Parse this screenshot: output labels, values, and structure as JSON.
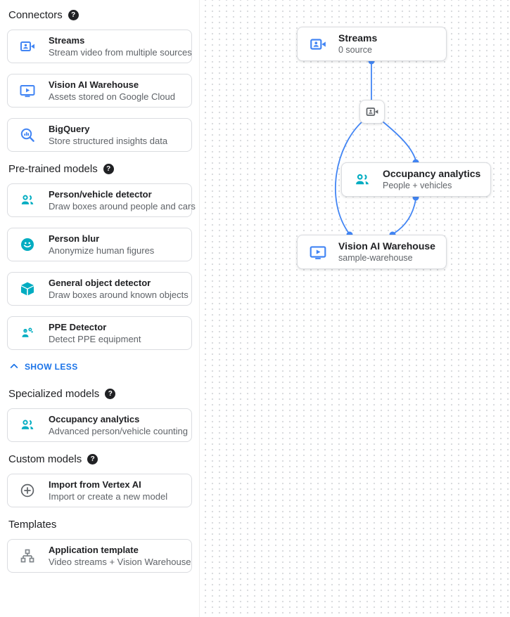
{
  "colors": {
    "icon_blue": "#4285f4",
    "icon_teal": "#00acc1",
    "link_blue": "#1a73e8",
    "title_text": "#202124",
    "subtitle_text": "#5f6368",
    "card_border": "#dadce0"
  },
  "icons": {
    "help_glyph": "?"
  },
  "sidebar": {
    "show_less_label": "SHOW LESS",
    "sections": [
      {
        "title": "Connectors",
        "has_help": true,
        "items": [
          {
            "icon": "streams-icon",
            "title": "Streams",
            "subtitle": "Stream video from multiple sources"
          },
          {
            "icon": "warehouse-icon",
            "title": "Vision AI Warehouse",
            "subtitle": "Assets stored on Google Cloud"
          },
          {
            "icon": "bigquery-icon",
            "title": "BigQuery",
            "subtitle": "Store structured insights data"
          }
        ]
      },
      {
        "title": "Pre-trained models",
        "has_help": true,
        "items": [
          {
            "icon": "people-icon",
            "title": "Person/vehicle detector",
            "subtitle": "Draw boxes around people and cars"
          },
          {
            "icon": "face-icon",
            "title": "Person blur",
            "subtitle": "Anonymize human figures"
          },
          {
            "icon": "cube-icon",
            "title": "General object detector",
            "subtitle": "Draw boxes around known objects"
          },
          {
            "icon": "ppe-icon",
            "title": "PPE Detector",
            "subtitle": "Detect PPE equipment"
          }
        ]
      },
      {
        "title": "Specialized models",
        "has_help": true,
        "items": [
          {
            "icon": "people-icon",
            "title": "Occupancy analytics",
            "subtitle": "Advanced person/vehicle counting"
          }
        ]
      },
      {
        "title": "Custom models",
        "has_help": true,
        "items": [
          {
            "icon": "plus-circle-icon",
            "title": "Import from Vertex AI",
            "subtitle": "Import or create a new model"
          }
        ]
      },
      {
        "title": "Templates",
        "has_help": false,
        "items": [
          {
            "icon": "tree-icon",
            "title": "Application template",
            "subtitle": "Video streams + Vision Warehouse"
          }
        ]
      }
    ]
  },
  "canvas": {
    "nodes": [
      {
        "id": "streams",
        "icon": "streams-icon",
        "title": "Streams",
        "subtitle": "0 source"
      },
      {
        "id": "camera-mini",
        "icon": "camera-icon",
        "title": "",
        "subtitle": ""
      },
      {
        "id": "occupancy",
        "icon": "people-icon",
        "title": "Occupancy analytics",
        "subtitle": "People + vehicles"
      },
      {
        "id": "warehouse",
        "icon": "warehouse-icon",
        "title": "Vision AI Warehouse",
        "subtitle": "sample-warehouse"
      }
    ]
  }
}
